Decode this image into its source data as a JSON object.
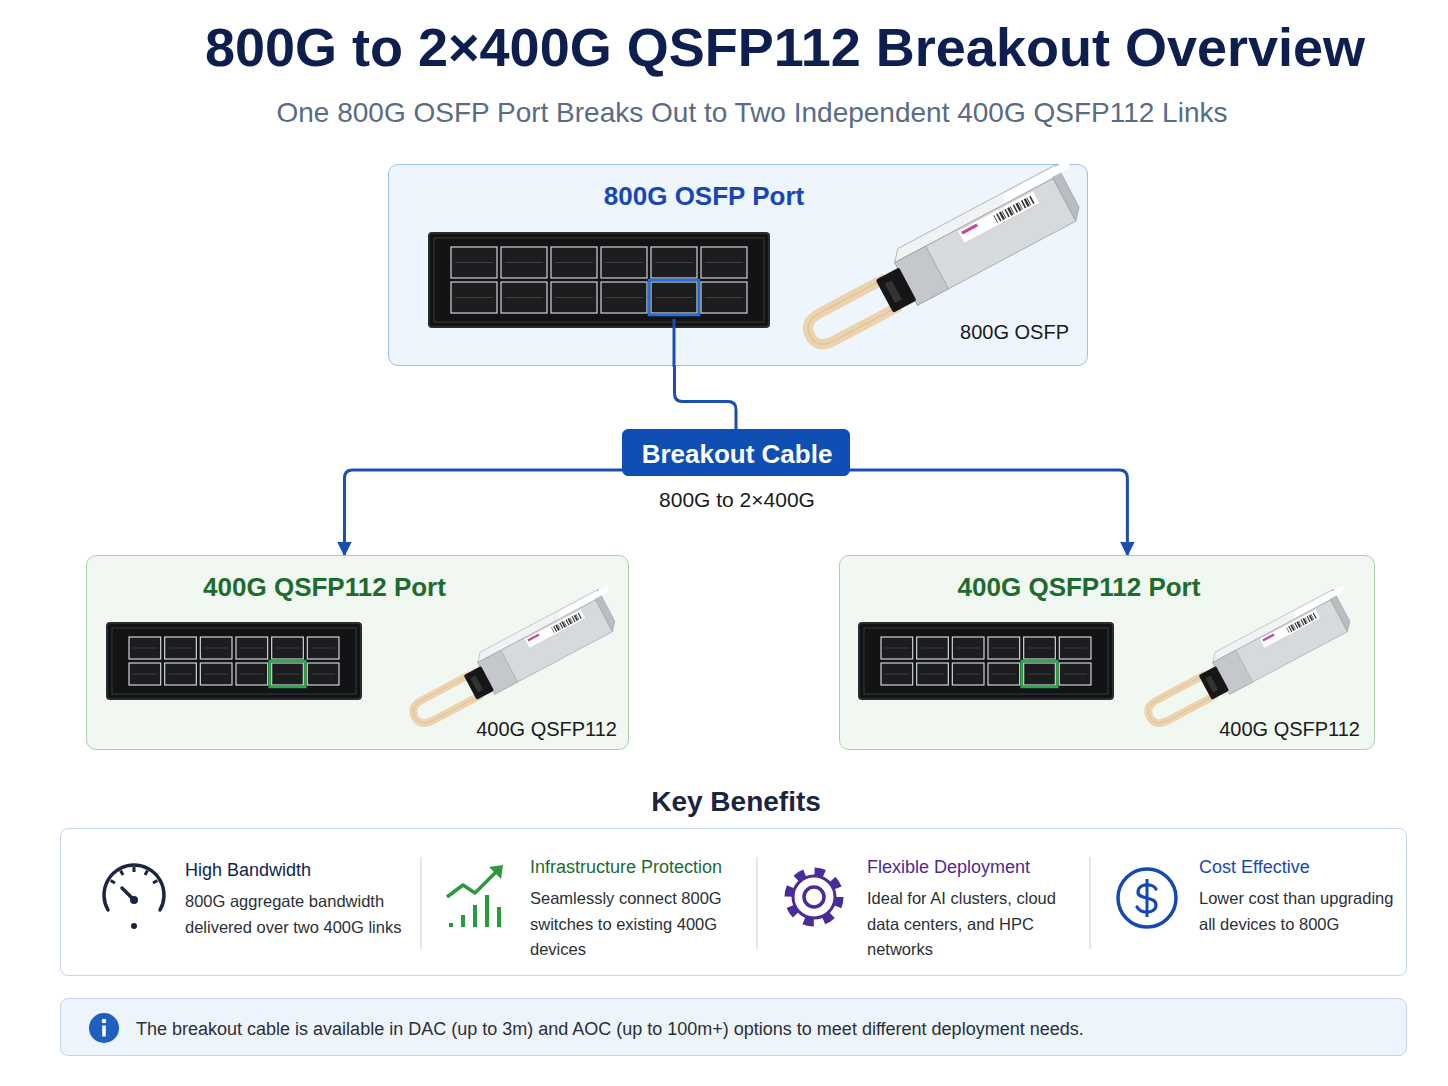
{
  "diagram": {
    "title": "800G to 2×400G QSFP112 Breakout Overview",
    "nodes": [
      {
        "text": [
          "800G OSFP Port",
          "800G OSFP"
        ]
      },
      {
        "text": [
          "Breakout Cable"
        ]
      },
      {
        "text": [
          "400G QSFP112 Port",
          "400G QSFP112"
        ]
      },
      {
        "text": [
          "400G QSFP112 Port",
          "400G QSFP112"
        ]
      },
      {
        "text": [
          "Key Benefits"
        ]
      },
      {
        "text": [
          "The breakout cable is available in DAC (up to 3m) and AOC (up to 100m+) options to meet different deployment needs."
        ]
      }
    ],
    "edges": [
      {
        "from": 0,
        "to": 1,
        "arrow": "none"
      },
      {
        "from": 1,
        "to": 2,
        "arrow": "to"
      },
      {
        "from": 1,
        "to": 3,
        "arrow": "to"
      }
    ],
    "labels": [
      "One 800G OSFP Port Breaks Out to Two Independent 400G QSFP112 Links",
      "800G to 2×400G",
      "High Bandwidth",
      "800G aggregate bandwidth delivered over two 400G links",
      "Infrastructure Protection",
      "Seamlessly connect 800G switches to existing 400G devices",
      "Flexible Deployment",
      "Ideal for AI clusters, cloud data centers, and HPC networks",
      "Cost Effective",
      "Lower cost than upgrading all devices to 800G"
    ]
  }
}
